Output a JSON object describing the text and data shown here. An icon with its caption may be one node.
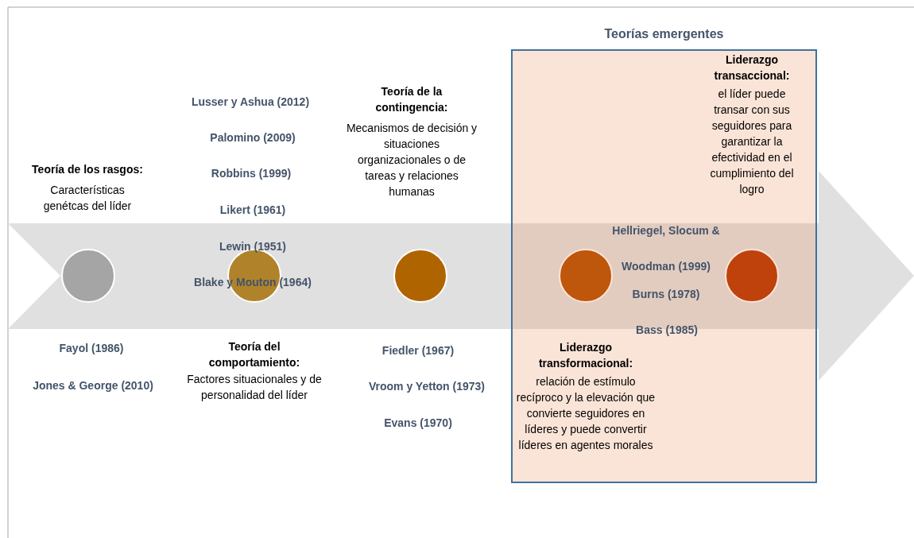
{
  "diagram": {
    "nodes": [
      {
        "text": [
          "Teorías emergentes"
        ]
      },
      {
        "text": [],
        "shape": "circle",
        "beside": [
          "Teoría de los rasgos:",
          "Características genétcas del líder"
        ]
      },
      {
        "text": [],
        "shape": "circle",
        "beside": [
          "Teoría del comportamiento:",
          "Factores situacionales y de personalidad del líder"
        ]
      },
      {
        "text": [],
        "shape": "circle",
        "beside": [
          "Teoría de la contingencia:",
          "Mecanismos de decisión y situaciones organizacionales o de tareas y relaciones humanas"
        ]
      },
      {
        "text": [],
        "shape": "circle",
        "in": 0,
        "beside": [
          "Liderazgo transformacional:",
          "relación de estímulo recíproco y la elevación que convierte seguidores en líderes y puede convertir líderes en agentes morales"
        ]
      },
      {
        "text": [],
        "shape": "circle",
        "in": 0,
        "beside": [
          "Liderazgo transaccional:",
          "el líder puede transar con sus seguidores para garantizar la efectividad en el cumplimiento del logro"
        ]
      }
    ],
    "edges": [],
    "labels": [
      "Fayol (1986)",
      "Jones & George (2010)",
      "Lusser y Ashua (2012)",
      "Palomino (2009)",
      "Robbins (1999)",
      "Likert (1961)",
      "Lewin (1951)",
      "Blake y Mouton (1964)",
      "Fiedler (1967)",
      "Vroom y Yetton (1973)",
      "Evans (1970)",
      "Hellriegel, Slocum & Woodman (1999)",
      "Burns (1978)",
      "Bass (1985)"
    ]
  }
}
